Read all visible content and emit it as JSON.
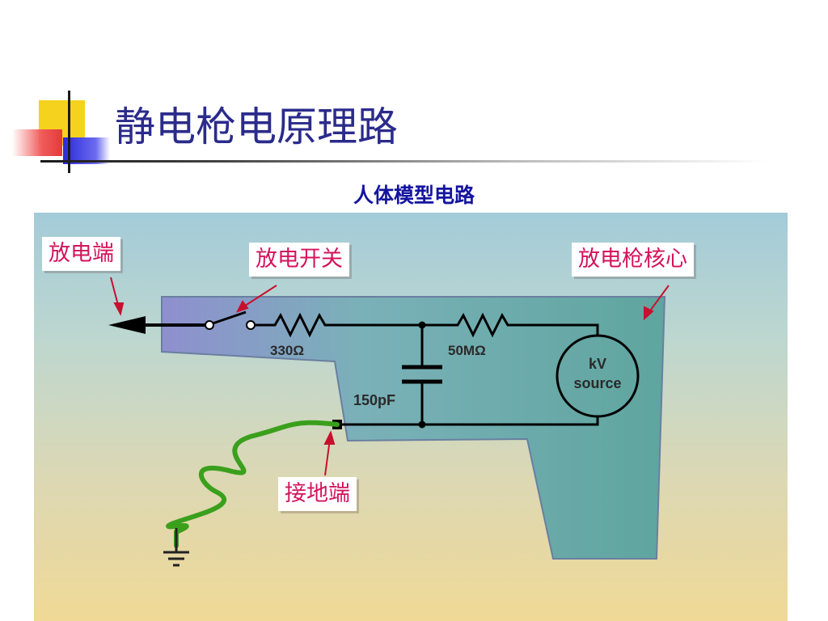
{
  "slide": {
    "title": "静电枪电原理路",
    "subtitle": "人体模型电路"
  },
  "callouts": {
    "discharge_end": "放电端",
    "discharge_switch": "放电开关",
    "gun_core": "放电枪核心",
    "ground_end": "接地端"
  },
  "components": {
    "resistor_1": "330Ω",
    "resistor_2": "50MΩ",
    "capacitor": "150pF",
    "source_line1": "kV",
    "source_line2": "source"
  },
  "colors": {
    "title": "#2b2b8c",
    "subtitle": "#1414a0",
    "callout_text": "#d4145a",
    "ground_wire": "#3aa01c"
  }
}
